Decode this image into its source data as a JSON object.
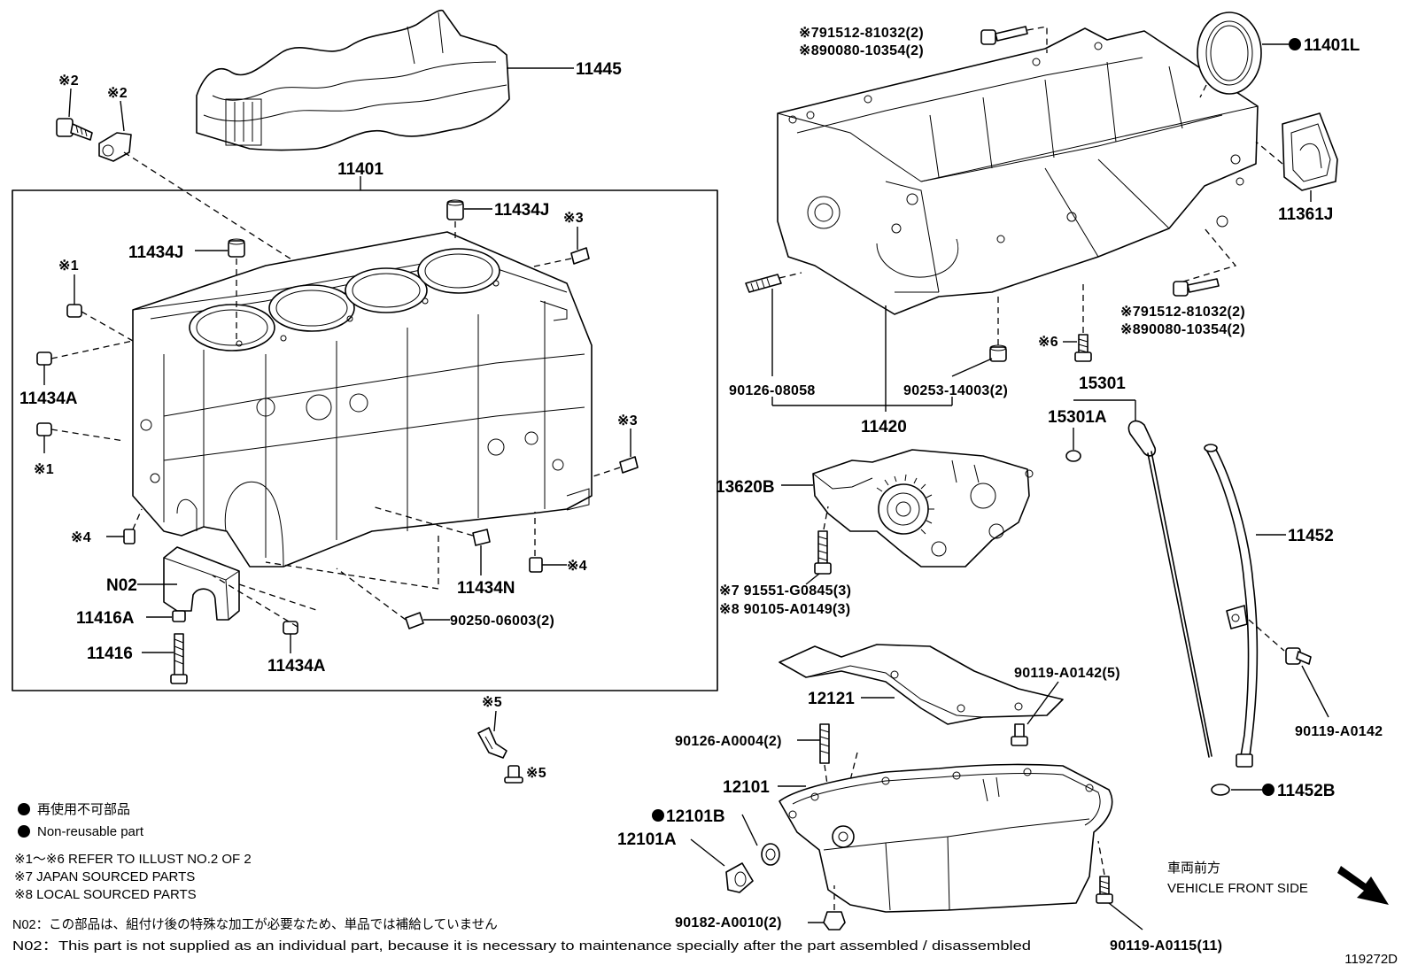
{
  "labels": {
    "l11445": "11445",
    "l11401": "11401",
    "l11434J_a": "11434J",
    "l11434J_b": "11434J",
    "m2_a": "※2",
    "m2_b": "※2",
    "m1_a": "※1",
    "m1_b": "※1",
    "m3_a": "※3",
    "m3_b": "※3",
    "m4_a": "※4",
    "m4_b": "※4",
    "m5_a": "※5",
    "m5_b": "※5",
    "m6": "※6",
    "l11434A_a": "11434A",
    "l11434A_b": "11434A",
    "l11434N": "11434N",
    "lN02": "N02",
    "l11416A": "11416A",
    "l11416": "11416",
    "l90250": "90250-06003(2)",
    "t1_a": "※791512-81032(2)",
    "t1_b": "※890080-10354(2)",
    "t2_a": "※791512-81032(2)",
    "t2_b": "※890080-10354(2)",
    "l11401L": "11401L",
    "l11361J": "11361J",
    "l90126_08058": "90126-08058",
    "l90253": "90253-14003(2)",
    "l11420": "11420",
    "l15301": "15301",
    "l15301A": "15301A",
    "l13620B": "13620B",
    "l91551": "※7 91551-G0845(3)",
    "l90105": "※8 90105-A0149(3)",
    "l11452": "11452",
    "l90119_A0142_5": "90119-A0142(5)",
    "l12121": "12121",
    "l90119_A0142": "90119-A0142",
    "l90126_A0004": "90126-A0004(2)",
    "l12101": "12101",
    "l12101B": "12101B",
    "l12101A": "12101A",
    "l11452B": "11452B",
    "l90182": "90182-A0010(2)",
    "l90119_A0115": "90119-A0115(11)"
  },
  "legend": {
    "nonreusable_jp": "再使用不可部品",
    "nonreusable_en": "Non-reusable part",
    "note1": "※1～※6 REFER TO ILLUST NO.2 OF 2",
    "note2": "※7 JAPAN SOURCED PARTS",
    "note3": "※8 LOCAL SOURCED PARTS",
    "n02_jp": "N02：この部品は、組付け後の特殊な加工が必要なため、単品では補給していません",
    "n02_en": "N02：This part is not supplied as an individual part, because it is necessary to maintenance specially after the part assembled / disassembled"
  },
  "direction": {
    "jp": "車両前方",
    "en": "VEHICLE FRONT SIDE"
  },
  "figure_id": "119272D"
}
